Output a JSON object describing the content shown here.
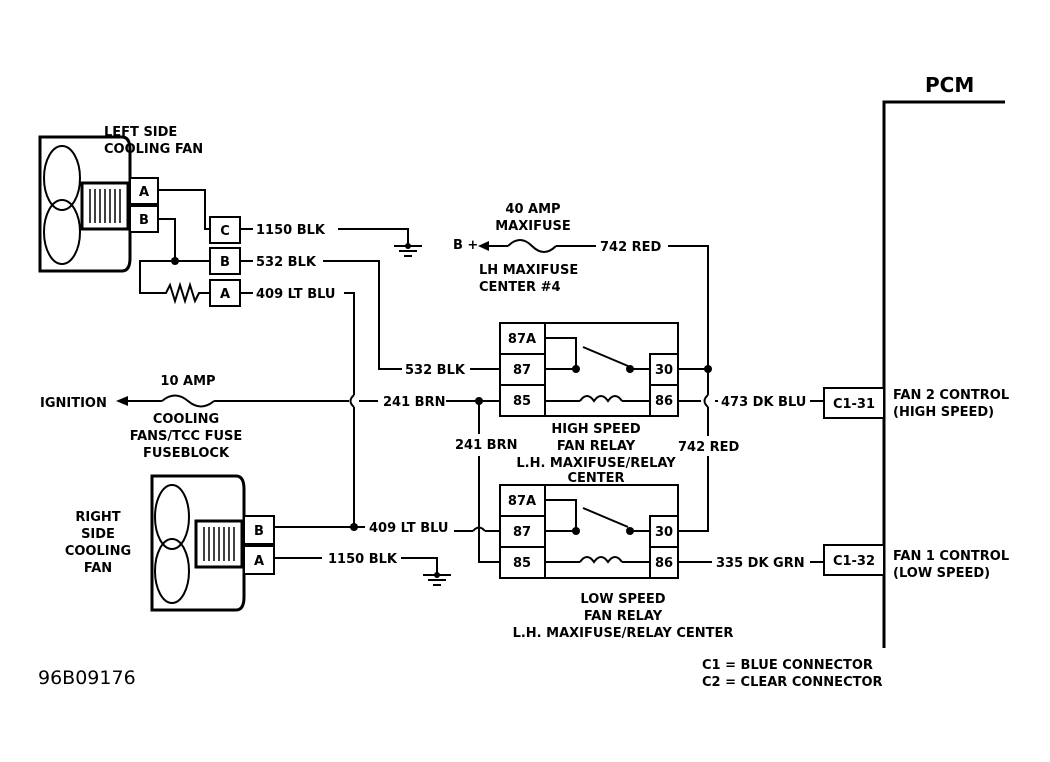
{
  "pcm": {
    "title": "PCM",
    "fan2_control": "FAN 2 CONTROL",
    "fan2_speed": "(HIGH SPEED)",
    "fan1_control": "FAN 1 CONTROL",
    "fan1_speed": "(LOW SPEED)",
    "c1_31": "C1-31",
    "c1_32": "C1-32"
  },
  "left_fan": {
    "line1": "LEFT SIDE",
    "line2": "COOLING FAN",
    "pin_a": "A",
    "pin_b": "B"
  },
  "right_fan": {
    "line1": "RIGHT",
    "line2": "SIDE",
    "line3": "COOLING",
    "line4": "FAN",
    "pin_b": "B",
    "pin_a": "A"
  },
  "connector": {
    "pin_c": "C",
    "pin_b": "B",
    "pin_a": "A"
  },
  "wires": {
    "w1150_top": "1150 BLK",
    "w532_top": "532 BLK",
    "w409_top": "409 LT BLU",
    "w742_top": "742 RED",
    "w532_relay": "532 BLK",
    "w241_brn": "241 BRN",
    "w241_brn_2": "241 BRN",
    "w473": "473 DK BLU",
    "w742_mid": "742 RED",
    "w409_bottom": "409 LT BLU",
    "w1150_bottom": "1150 BLK",
    "w335": "335 DK GRN"
  },
  "maxifuse": {
    "line1": "40 AMP",
    "line2": "MAXIFUSE",
    "bplus": "B +",
    "center1": "LH MAXIFUSE",
    "center2": "CENTER #4"
  },
  "ignition": {
    "label": "IGNITION",
    "fuse_amp": "10 AMP",
    "fuse1": "COOLING",
    "fuse2": "FANS/TCC FUSE",
    "fuse3": "FUSEBLOCK"
  },
  "high_relay": {
    "pin87a": "87A",
    "pin87": "87",
    "pin85": "85",
    "pin30": "30",
    "pin86": "86",
    "cap1": "HIGH SPEED",
    "cap2": "FAN RELAY",
    "cap3": "L.H. MAXIFUSE/RELAY",
    "cap4": "CENTER"
  },
  "low_relay": {
    "pin87a": "87A",
    "pin87": "87",
    "pin85": "85",
    "pin30": "30",
    "pin86": "86",
    "cap1": "LOW SPEED",
    "cap2": "FAN RELAY",
    "cap3": "L.H. MAXIFUSE/RELAY CENTER"
  },
  "legend": {
    "c1": "C1  =  BLUE CONNECTOR",
    "c2": "C2  =  CLEAR CONNECTOR"
  },
  "figure_id": "96B09176"
}
